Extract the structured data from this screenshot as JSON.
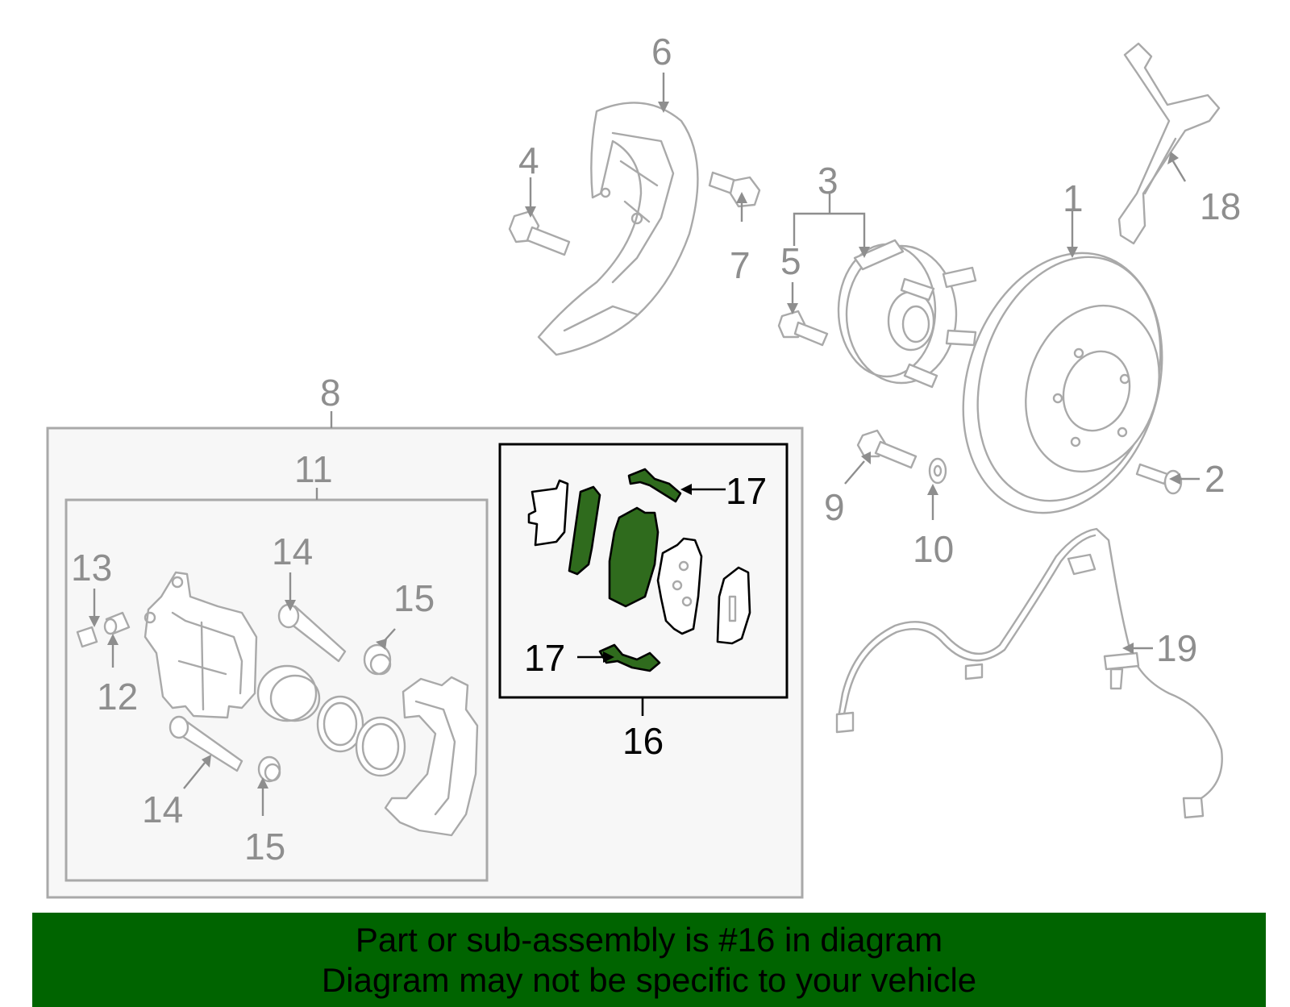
{
  "callouts": {
    "c1": "1",
    "c2": "2",
    "c3": "3",
    "c4": "4",
    "c5": "5",
    "c6": "6",
    "c7": "7",
    "c8": "8",
    "c9": "9",
    "c10": "10",
    "c11": "11",
    "c12": "12",
    "c13": "13",
    "c14a": "14",
    "c14b": "14",
    "c15a": "15",
    "c15b": "15",
    "c16": "16",
    "c17a": "17",
    "c17b": "17",
    "c18": "18",
    "c19": "19"
  },
  "footer": {
    "line1": "Part or sub-assembly is #16 in diagram",
    "line2": "Diagram may not be specific to your vehicle"
  },
  "colors": {
    "highlight": "#2f6b1d",
    "banner": "#006400",
    "line_gray": "#a9a9a9",
    "label_gray": "#8e8e8e"
  }
}
